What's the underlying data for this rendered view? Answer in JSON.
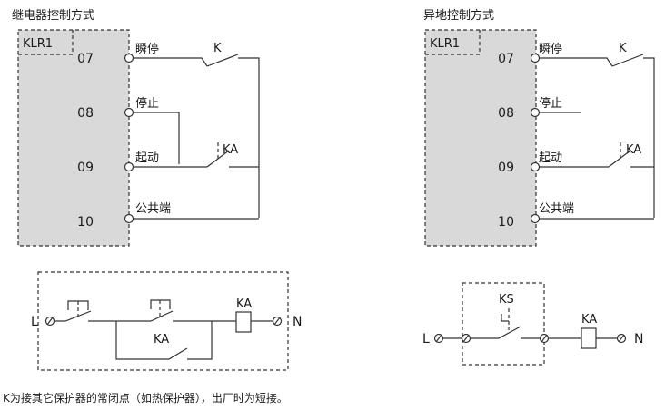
{
  "left_panel": {
    "title": "继电器控制方式",
    "device": "KLR1",
    "terminals": [
      {
        "num": "07",
        "label": "瞬停"
      },
      {
        "num": "08",
        "label": "停止"
      },
      {
        "num": "09",
        "label": "起动"
      },
      {
        "num": "10",
        "label": "公共端"
      }
    ],
    "contact_k": "K",
    "contact_ka": "KA",
    "circuit": {
      "l": "L",
      "n": "N",
      "coil": "KA",
      "holding_contact": "KA"
    }
  },
  "right_panel": {
    "title": "异地控制方式",
    "device": "KLR1",
    "terminals": [
      {
        "num": "07",
        "label": "瞬停"
      },
      {
        "num": "08",
        "label": "停止"
      },
      {
        "num": "09",
        "label": "起动"
      },
      {
        "num": "10",
        "label": "公共端"
      }
    ],
    "contact_k": "K",
    "contact_ka": "KA",
    "circuit": {
      "l": "L",
      "n": "N",
      "coil": "KA",
      "switch": "KS"
    }
  },
  "footnote": "K为接其它保护器的常闭点（如热保护器），出厂时为短接。"
}
